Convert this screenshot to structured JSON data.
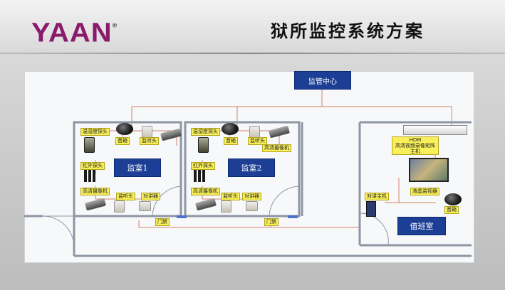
{
  "header": {
    "logo_text": "YAAN",
    "logo_mark": "®",
    "title": "狱所监控系统方案"
  },
  "colors": {
    "brand": "#8a1a6b",
    "room_fill": "#1c3f95",
    "label_fill": "#f8ef5a",
    "cable": "#d3826a"
  },
  "diagram": {
    "control_center": "监管中心",
    "cell1": {
      "name": "监室1",
      "labels": {
        "temp_humidity": "温湿度探头",
        "speaker": "音箱",
        "listening": "监听头",
        "infrared": "红外探头",
        "hd_camera": "高清摄像机",
        "listening2": "监听头",
        "intercom": "对讲器",
        "door": "门禁"
      }
    },
    "cell2": {
      "name": "监室2",
      "labels": {
        "temp_humidity": "温湿度探头",
        "speaker": "音箱",
        "listening": "监听头",
        "hd_camera_top": "高清摄像机",
        "infrared": "红外探头",
        "hd_camera": "高清摄像机",
        "listening2": "监听头",
        "intercom": "对讲器",
        "door": "门禁"
      }
    },
    "duty_room": {
      "name": "值班室",
      "nvr_label_line1": "HDM",
      "nvr_label_line2": "高清视频录像矩阵",
      "nvr_label_line3": "主机",
      "lcd_label": "液晶监视器",
      "intercom_host": "对讲主机",
      "speaker": "音箱"
    }
  }
}
